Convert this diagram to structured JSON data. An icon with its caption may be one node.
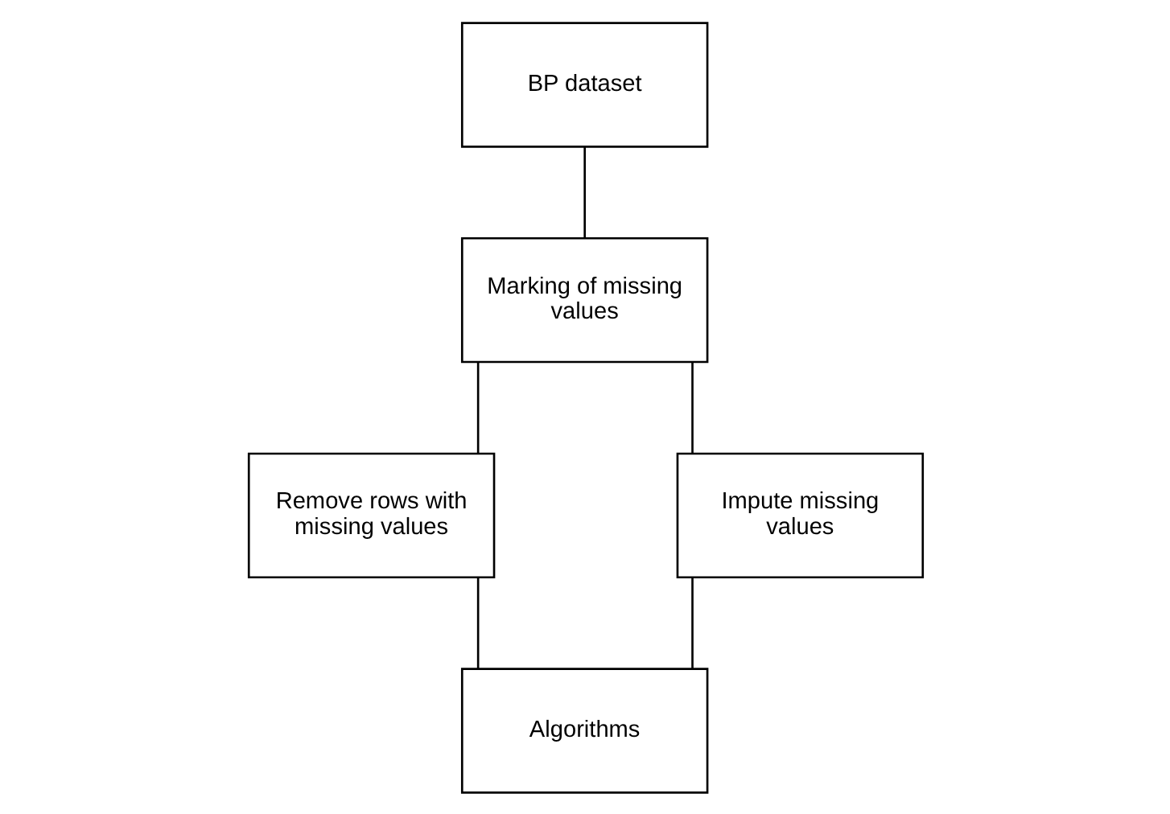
{
  "diagram": {
    "nodes": [
      {
        "text": [
          "BP dataset"
        ]
      },
      {
        "text": [
          "Marking of missing values"
        ]
      },
      {
        "text": [
          "Remove rows with missing values"
        ]
      },
      {
        "text": [
          "Impute missing values"
        ]
      },
      {
        "text": [
          "Algorithms"
        ]
      }
    ],
    "edges": [
      {
        "from": 0,
        "to": 1,
        "arrow": "none"
      },
      {
        "from": 1,
        "to": 2,
        "arrow": "none"
      },
      {
        "from": 1,
        "to": 3,
        "arrow": "none"
      },
      {
        "from": 2,
        "to": 4,
        "arrow": "none"
      },
      {
        "from": 3,
        "to": 4,
        "arrow": "none"
      }
    ]
  }
}
